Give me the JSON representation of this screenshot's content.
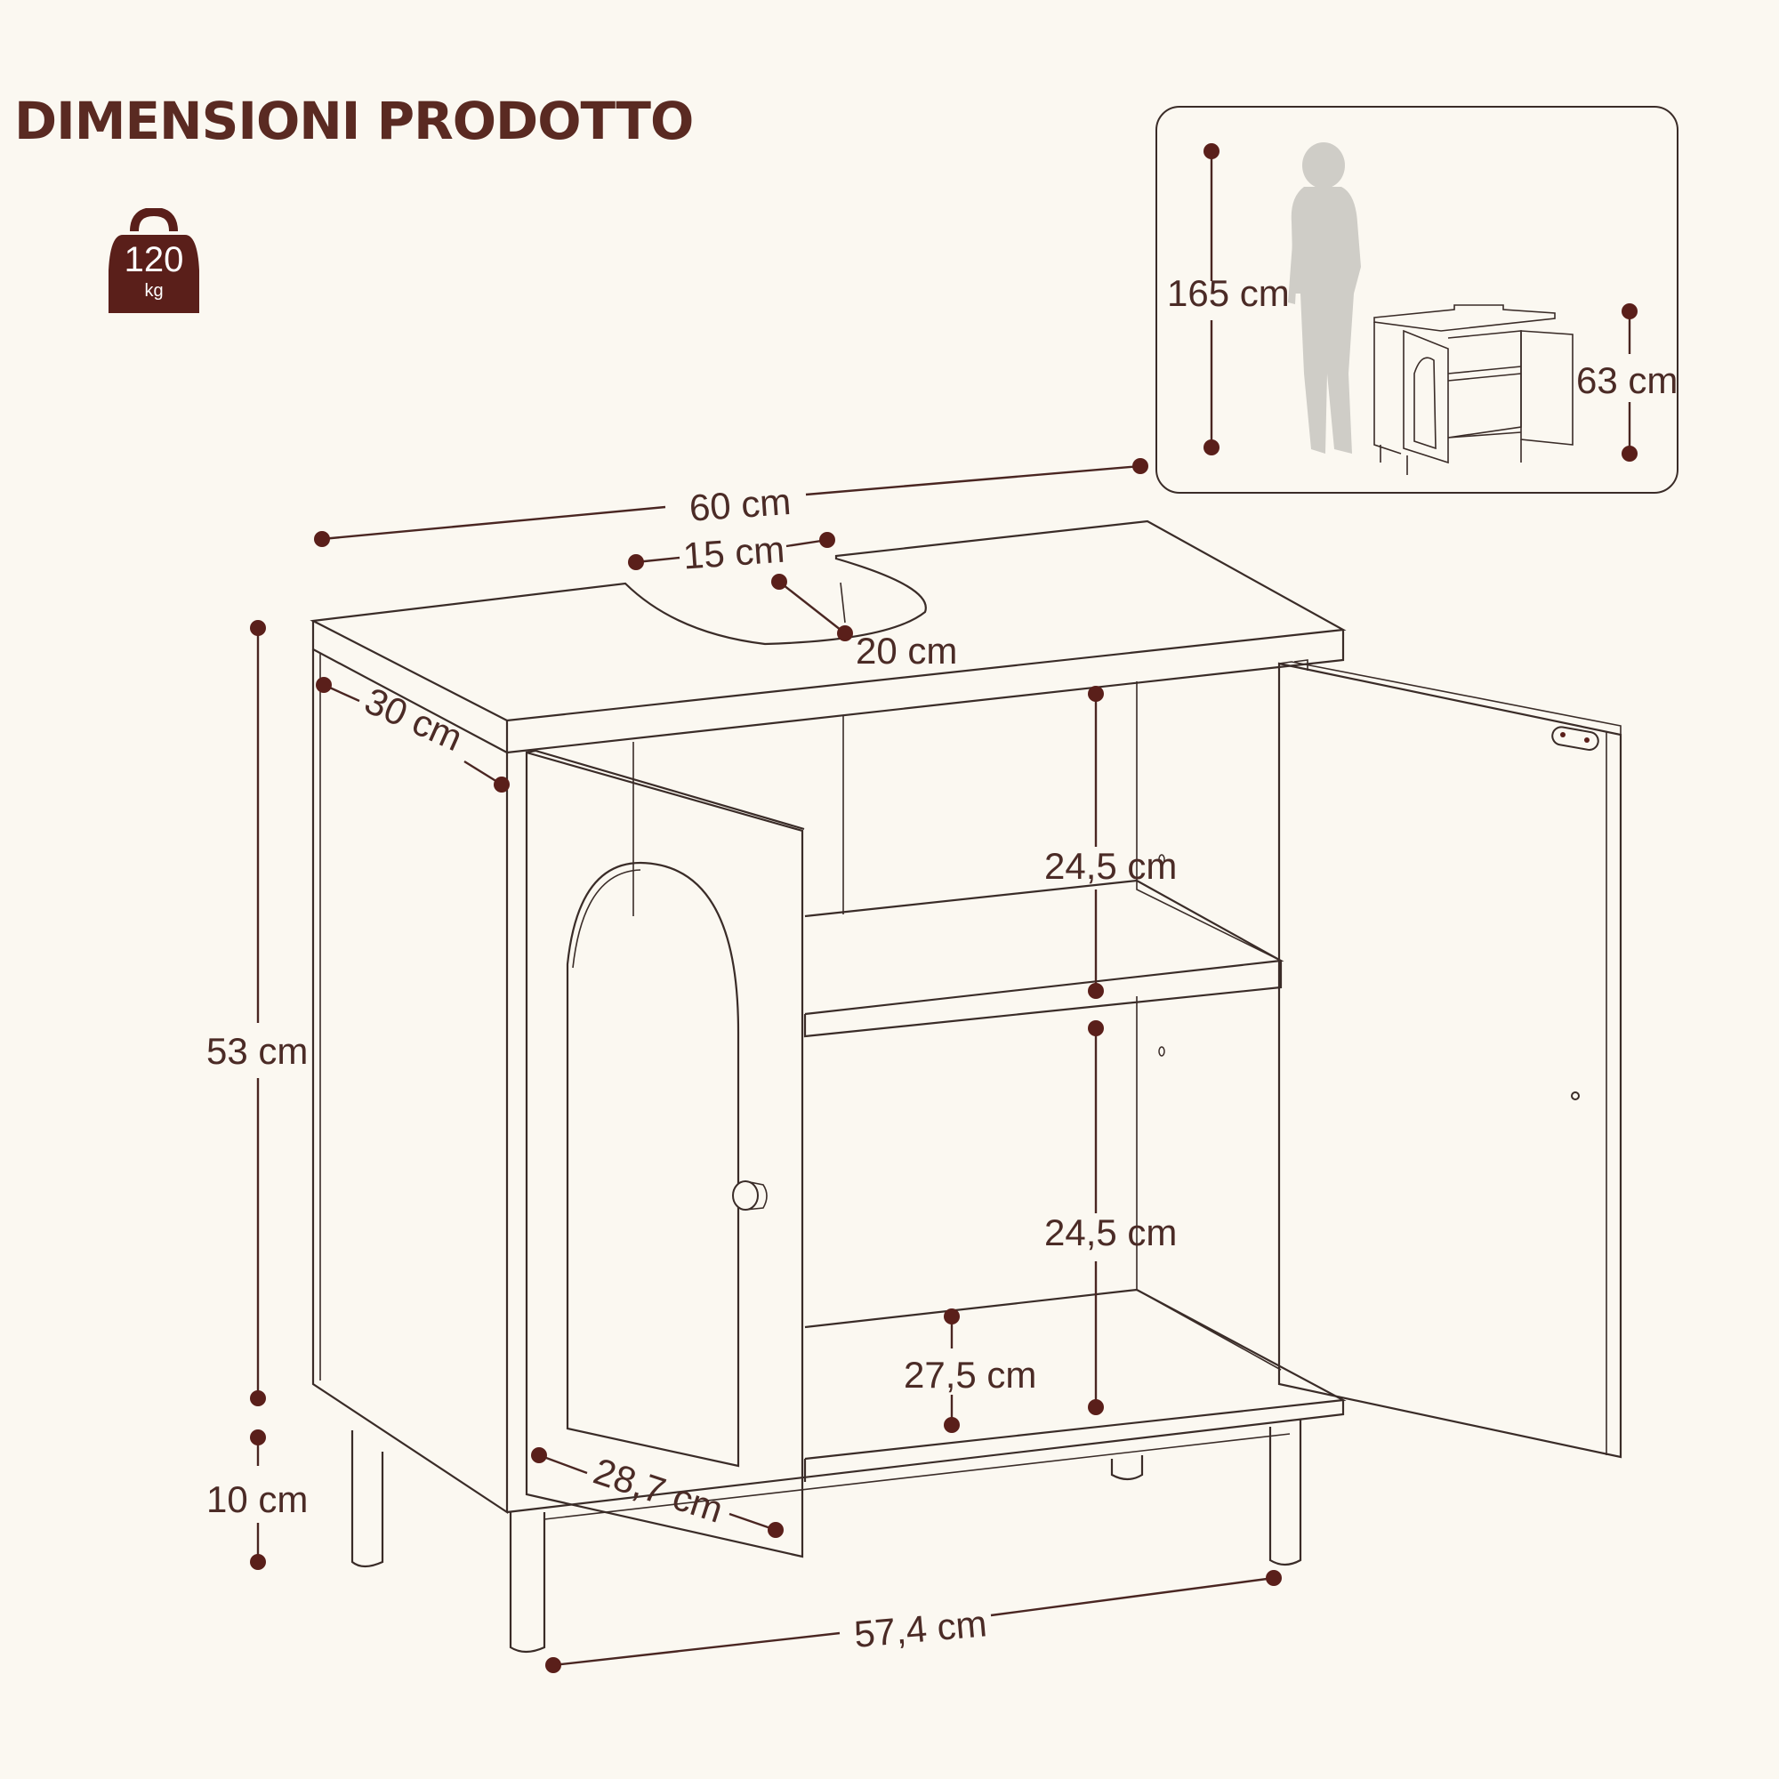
{
  "title": "DIMENSIONI PRODOTTO",
  "weight": {
    "value": "120",
    "unit": "kg"
  },
  "dimensions": {
    "width_top": "60 cm",
    "cutout_width": "15 cm",
    "cutout_depth": "20 cm",
    "depth": "30 cm",
    "shelf_upper": "24,5 cm",
    "shelf_lower": "24,5 cm",
    "base_gap": "27,5 cm",
    "body_height": "53 cm",
    "leg_height": "10 cm",
    "door_width": "28,7 cm",
    "bottom_width": "57,4 cm"
  },
  "inset": {
    "person_height": "165 cm",
    "cabinet_height": "63 cm"
  },
  "colors": {
    "background": "#fbf8f1",
    "accent": "#5a1f1a",
    "text": "#4b2b26",
    "line": "#3a2c28"
  }
}
